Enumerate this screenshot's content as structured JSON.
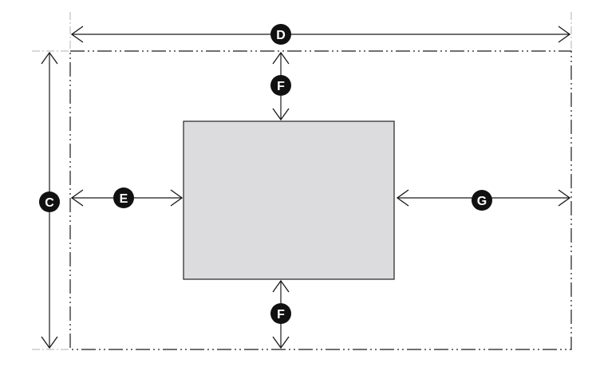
{
  "labels": {
    "width_overall": "D",
    "height_overall": "C",
    "clearance_top": "F",
    "clearance_bottom": "F",
    "clearance_left": "E",
    "clearance_right": "G"
  },
  "colors": {
    "line": "#1a1a1a",
    "guide": "#b0b0b0",
    "badge": "#111111",
    "box_fill": "#dcdcde",
    "box_stroke": "#222222"
  }
}
